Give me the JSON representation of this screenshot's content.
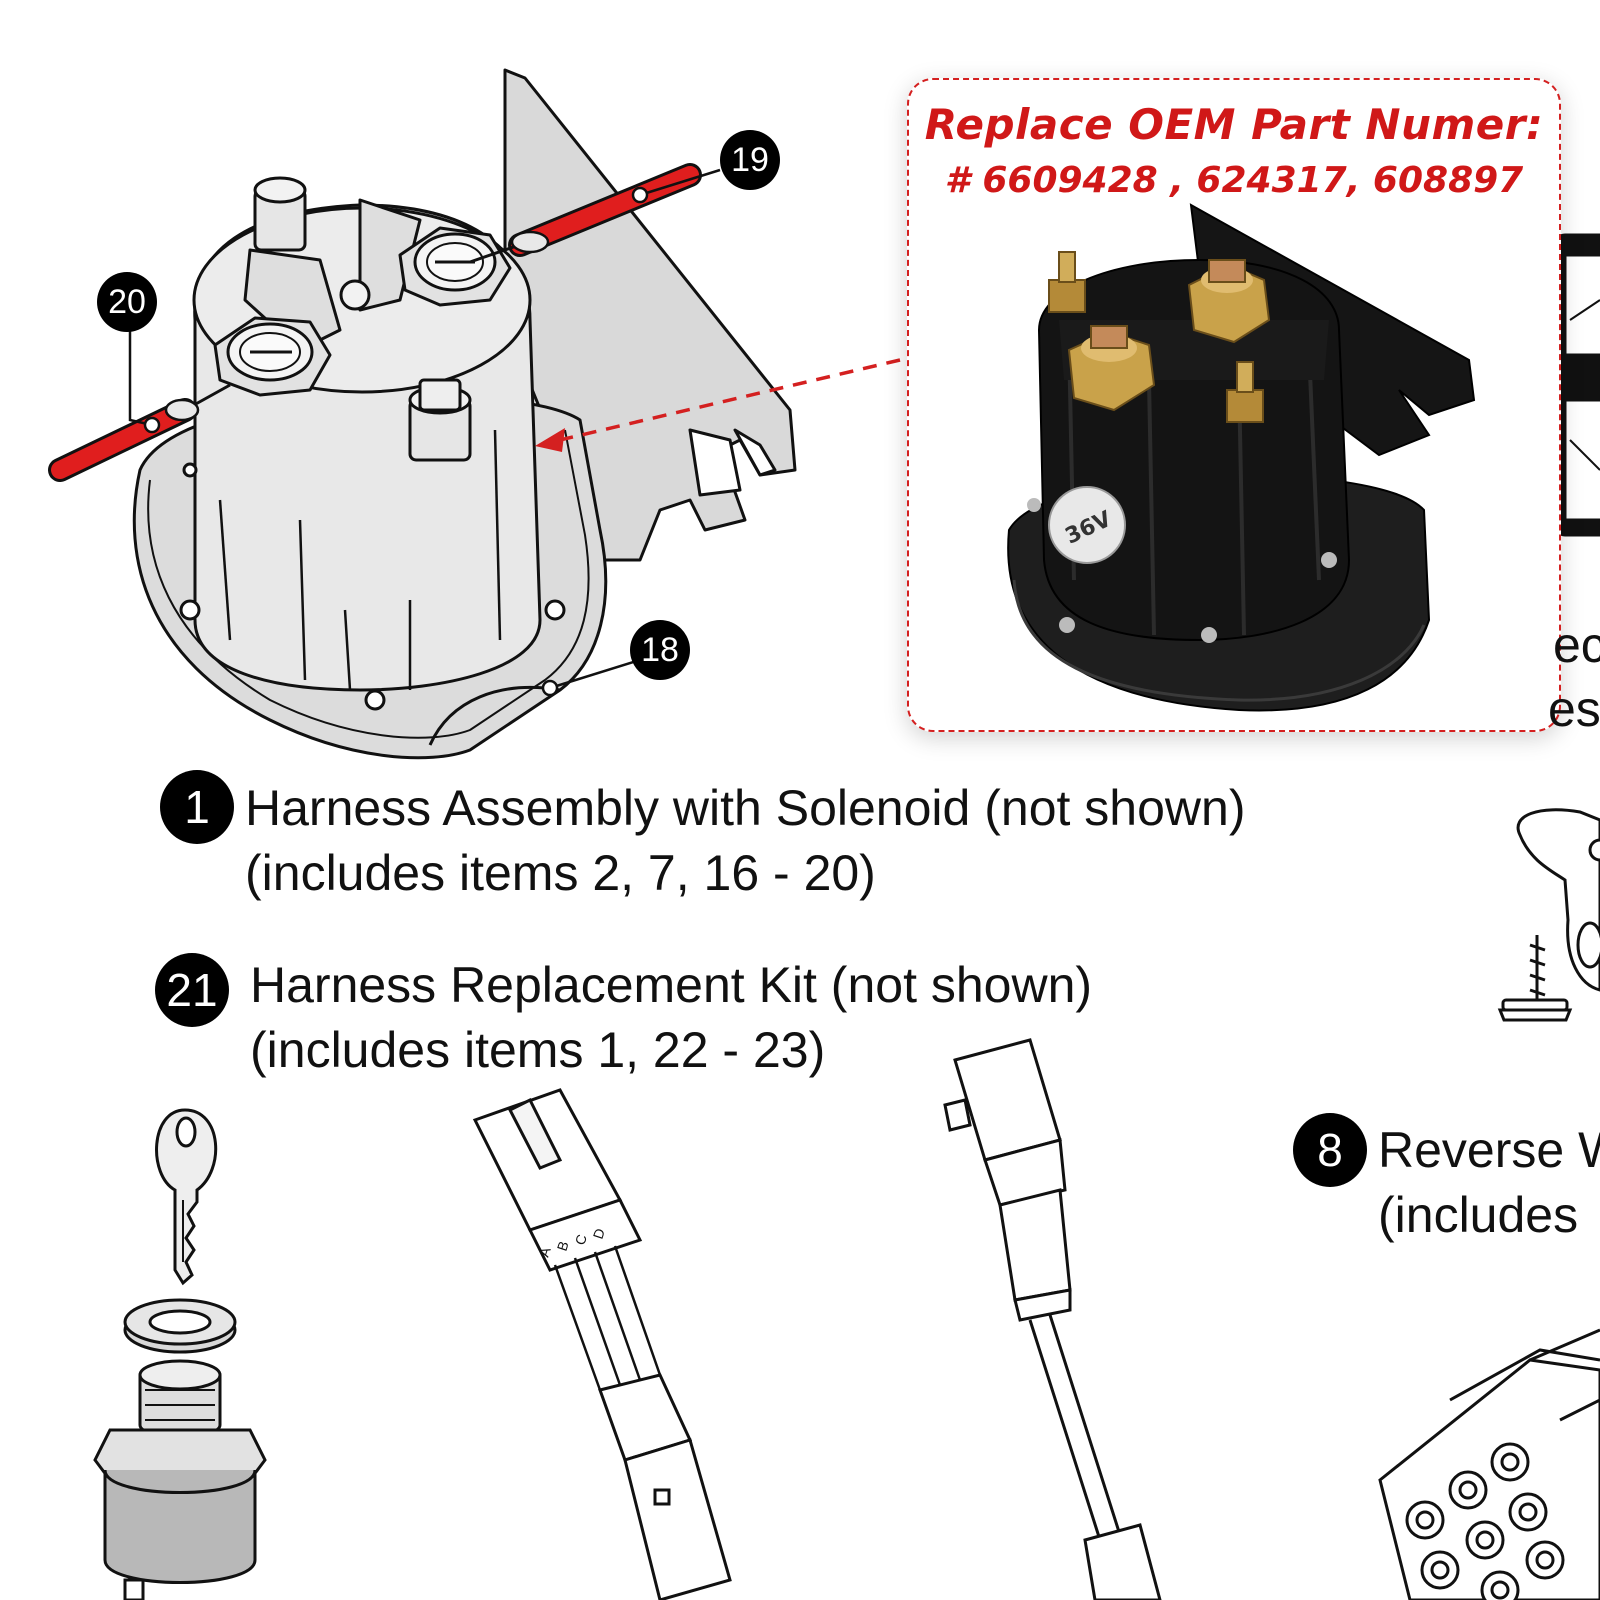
{
  "diagram": {
    "callouts": [
      "19",
      "20",
      "18"
    ]
  },
  "oem_panel": {
    "title": "Replace OEM Part Numer:",
    "numbers": "# 6609428 , 624317, 608897",
    "voltage_label": "36V"
  },
  "legend": [
    {
      "num": "1",
      "line1": "Harness Assembly with Solenoid (not shown)",
      "line2": "(includes items 2, 7, 16 - 20)"
    },
    {
      "num": "21",
      "line1": "Harness Replacement Kit (not shown)",
      "line2": "(includes items 1, 22 - 23)"
    },
    {
      "num": "8",
      "line1": "Reverse W",
      "line2": "(includes"
    }
  ],
  "connector_pins": [
    "A",
    "B",
    "C",
    "D"
  ],
  "edge_fragments": [
    "ec",
    "es"
  ],
  "colors": {
    "accent_red": "#d42020",
    "wire_red": "#e01e1e",
    "solenoid_body": "#1a1a1a",
    "terminal_brass": "#c9a24a"
  }
}
